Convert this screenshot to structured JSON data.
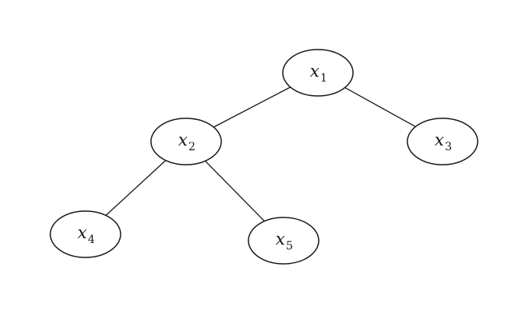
{
  "tree": {
    "nodes": [
      {
        "id": "x1",
        "var": "x",
        "sub": "1"
      },
      {
        "id": "x2",
        "var": "x",
        "sub": "2"
      },
      {
        "id": "x3",
        "var": "x",
        "sub": "3"
      },
      {
        "id": "x4",
        "var": "x",
        "sub": "4"
      },
      {
        "id": "x5",
        "var": "x",
        "sub": "5"
      }
    ],
    "edges": [
      {
        "from": "x1",
        "to": "x2"
      },
      {
        "from": "x1",
        "to": "x3"
      },
      {
        "from": "x2",
        "to": "x4"
      },
      {
        "from": "x2",
        "to": "x5"
      }
    ]
  }
}
